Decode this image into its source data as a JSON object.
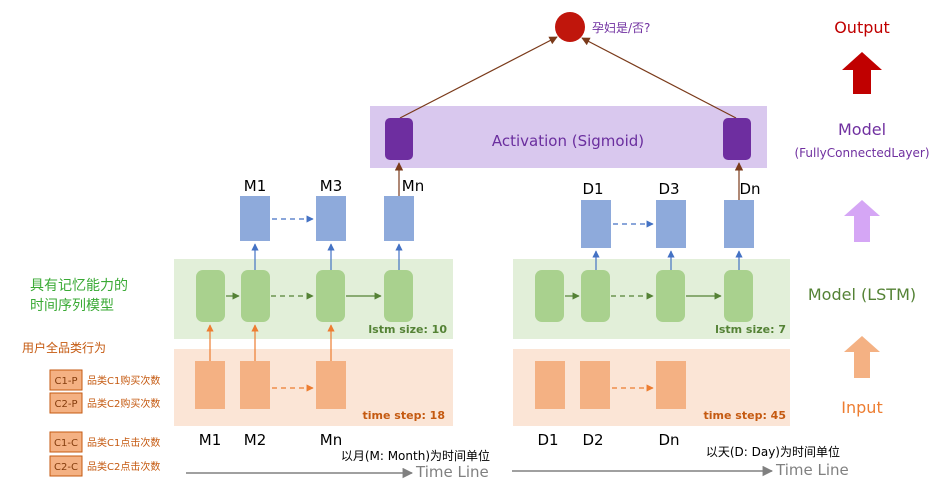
{
  "output": {
    "node_label": "孕妇是/否?"
  },
  "activation": {
    "label": "Activation (Sigmoid)"
  },
  "legend": {
    "output": "Output",
    "model": "Model",
    "model_sub": "(FullyConnectedLayer)",
    "lstm": "Model (LSTM)",
    "input": "Input"
  },
  "left_notes": {
    "memory_line1": "具有记忆能力的",
    "memory_line2": "时间序列模型",
    "user_behavior": "用户全品类行为",
    "features": [
      {
        "code": "C1-P",
        "desc": "品类C1购买次数"
      },
      {
        "code": "C2-P",
        "desc": "品类C2购买次数"
      },
      {
        "code": "C1-C",
        "desc": "品类C1点击次数"
      },
      {
        "code": "C2-C",
        "desc": "品类C2点击次数"
      }
    ]
  },
  "monthly": {
    "top_labels": [
      "M1",
      "M3",
      "Mn"
    ],
    "bottom_labels": [
      "M1",
      "M2",
      "Mn"
    ],
    "lstm_size": "lstm size: 10",
    "time_step": "time step: 18",
    "unit": "以月(M: Month)为时间单位",
    "timeline": "Time Line"
  },
  "daily": {
    "top_labels": [
      "D1",
      "D3",
      "Dn"
    ],
    "bottom_labels": [
      "D1",
      "D2",
      "Dn"
    ],
    "lstm_size": "lstm size: 7",
    "time_step": "time step: 45",
    "unit": "以天(D: Day)为时间单位",
    "timeline": "Time Line"
  },
  "colors": {
    "output_node": "#c0160c",
    "activation_bg": "#d9c8ee",
    "activation_text": "#6a2e9e",
    "activation_node": "#6e2ea0",
    "dense_node": "#8eaadb",
    "lstm_bg": "#e2efd9",
    "lstm_node": "#a9d18e",
    "input_bg": "#fbe5d6",
    "input_node": "#f4b183",
    "lstm_text": "#548235",
    "input_text": "#c55a11",
    "output_arrow": "#c00000",
    "model_arrow": "#d5a6f5",
    "input_arrow": "#f4b183"
  }
}
